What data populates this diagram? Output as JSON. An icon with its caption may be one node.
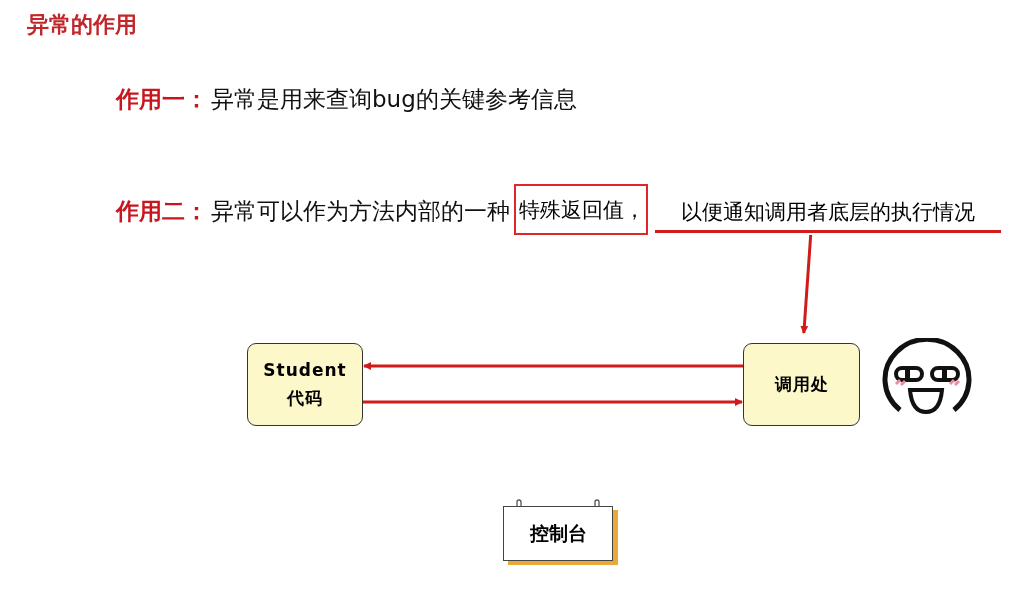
{
  "diagram": {
    "title": "异常的作用",
    "nodes": [
      {
        "text": [
          "特殊返回值，"
        ]
      },
      {
        "text": [
          "以便通知调用者底层的执行情况"
        ]
      },
      {
        "text": [
          "Student 代码"
        ]
      },
      {
        "text": [
          "调用处"
        ]
      },
      {
        "text": [],
        "shape": "picture"
      },
      {
        "text": [
          "控制台"
        ]
      }
    ],
    "edges": [
      {
        "from": 1,
        "to": 3,
        "arrow": "to"
      },
      {
        "from": 3,
        "to": 2,
        "arrow": "to"
      },
      {
        "from": 2,
        "to": 3,
        "arrow": "to"
      }
    ],
    "labels": [
      "作用一：",
      "异常是用来查询bug的关键参考信息",
      "作用二：",
      "异常可以作为方法内部的一种"
    ]
  }
}
